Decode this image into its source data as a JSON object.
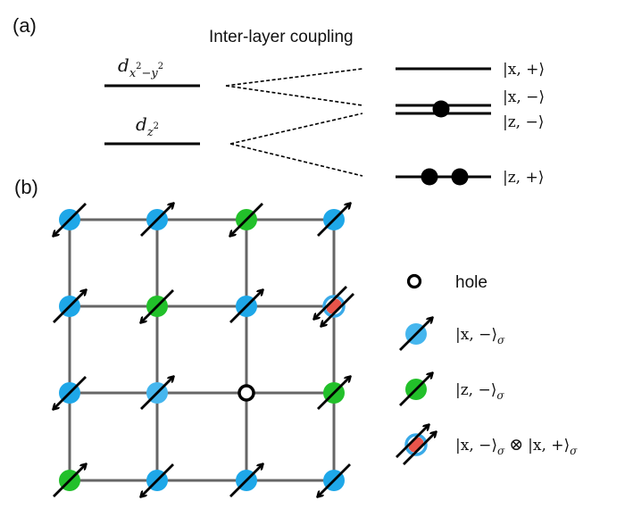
{
  "panel_a": {
    "label": "(a)",
    "title": "Inter-layer coupling",
    "orbitals": [
      {
        "name": "d_x2-y2",
        "base": "d",
        "sub": "x",
        "sub_sup": "2",
        "sub2": "−y",
        "sub2_sup": "2"
      },
      {
        "name": "d_z2",
        "base": "d",
        "sub": "z",
        "sub_sup": "2"
      }
    ],
    "levels": [
      {
        "id": "x-plus",
        "label": "|x, +⟩",
        "electrons": 0
      },
      {
        "id": "x-minus",
        "label": "|x, −⟩",
        "electrons": 1,
        "shared_with": "z-minus"
      },
      {
        "id": "z-minus",
        "label": "|z, −⟩",
        "electrons": 0
      },
      {
        "id": "z-plus",
        "label": "|z, +⟩",
        "electrons": 2
      }
    ]
  },
  "panel_b": {
    "label": "(b)",
    "lattice_size": [
      4,
      4
    ],
    "colors": {
      "x_minus": "#1ea7e8",
      "x_minus_light": "#45b6ee",
      "z_minus": "#22c02a",
      "doublon_ring": "#3aaae8",
      "doublon_core": "#e8544a",
      "grid": "#666666",
      "arrow": "#000000"
    },
    "sites": [
      [
        {
          "type": "x_minus",
          "spin": "down"
        },
        {
          "type": "x_minus",
          "spin": "up"
        },
        {
          "type": "z_minus",
          "spin": "down"
        },
        {
          "type": "x_minus",
          "spin": "up"
        }
      ],
      [
        {
          "type": "x_minus",
          "spin": "up"
        },
        {
          "type": "z_minus",
          "spin": "down"
        },
        {
          "type": "x_minus",
          "spin": "up"
        },
        {
          "type": "doublon",
          "spin": "down"
        }
      ],
      [
        {
          "type": "x_minus",
          "spin": "down"
        },
        {
          "type": "x_minus_light",
          "spin": "up"
        },
        {
          "type": "hole",
          "spin": null
        },
        {
          "type": "z_minus",
          "spin": "up"
        }
      ],
      [
        {
          "type": "z_minus",
          "spin": "up"
        },
        {
          "type": "x_minus",
          "spin": "down"
        },
        {
          "type": "x_minus",
          "spin": "up"
        },
        {
          "type": "x_minus",
          "spin": "down"
        }
      ]
    ],
    "legend": [
      {
        "id": "hole",
        "icon": "hole-icon",
        "label": "hole"
      },
      {
        "id": "x-minus",
        "icon": "blue-spin-up-icon",
        "label": "|x, −⟩",
        "subscript": "σ"
      },
      {
        "id": "z-minus",
        "icon": "green-spin-up-icon",
        "label": "|z, −⟩",
        "subscript": "σ"
      },
      {
        "id": "doublon",
        "icon": "doublon-spin-icon",
        "label": "|x, −⟩",
        "subscript": "σ",
        "operator": "⊗",
        "label2": "|x, +⟩",
        "subscript2": "σ"
      }
    ]
  }
}
